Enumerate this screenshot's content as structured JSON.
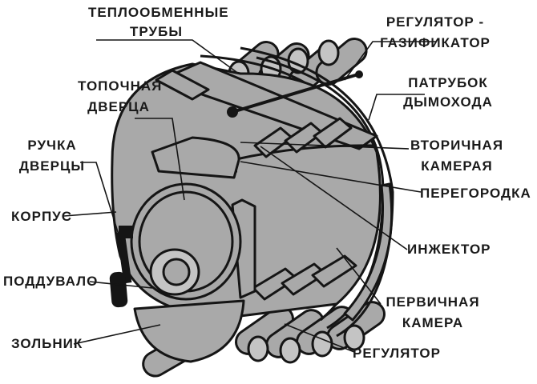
{
  "labels": {
    "heat_exchange_tubes": [
      "ТЕПЛООБМЕННЫЕ",
      "ТРУБЫ"
    ],
    "regulator_gasifier": [
      "РЕГУЛЯТОР -",
      "ГАЗИФИКАТОР"
    ],
    "firebox_door": [
      "ТОПОЧНАЯ",
      "ДВЕРЦА"
    ],
    "chimney_pipe": [
      "ПАТРУБОК",
      "ДЫМОХОДА"
    ],
    "door_handle": [
      "РУЧКА",
      "ДВЕРЦЫ"
    ],
    "secondary_chamber": [
      "ВТОРИЧНАЯ",
      "КАМЕРАЯ"
    ],
    "partition": "ПЕРЕГОРОДКА",
    "body": "КОРПУС",
    "injector": "ИНЖЕКТОР",
    "ash_door": "ПОДДУВАЛО",
    "primary_chamber": [
      "ПЕРВИЧНАЯ",
      "КАМЕРА"
    ],
    "ash_pan": "ЗОЛЬНИК",
    "regulator": "РЕГУЛЯТОР"
  },
  "colors": {
    "metal": "#a9a9a9",
    "metal_light": "#c4c4c4",
    "outline": "#151515",
    "text": "#1a1a1a"
  }
}
